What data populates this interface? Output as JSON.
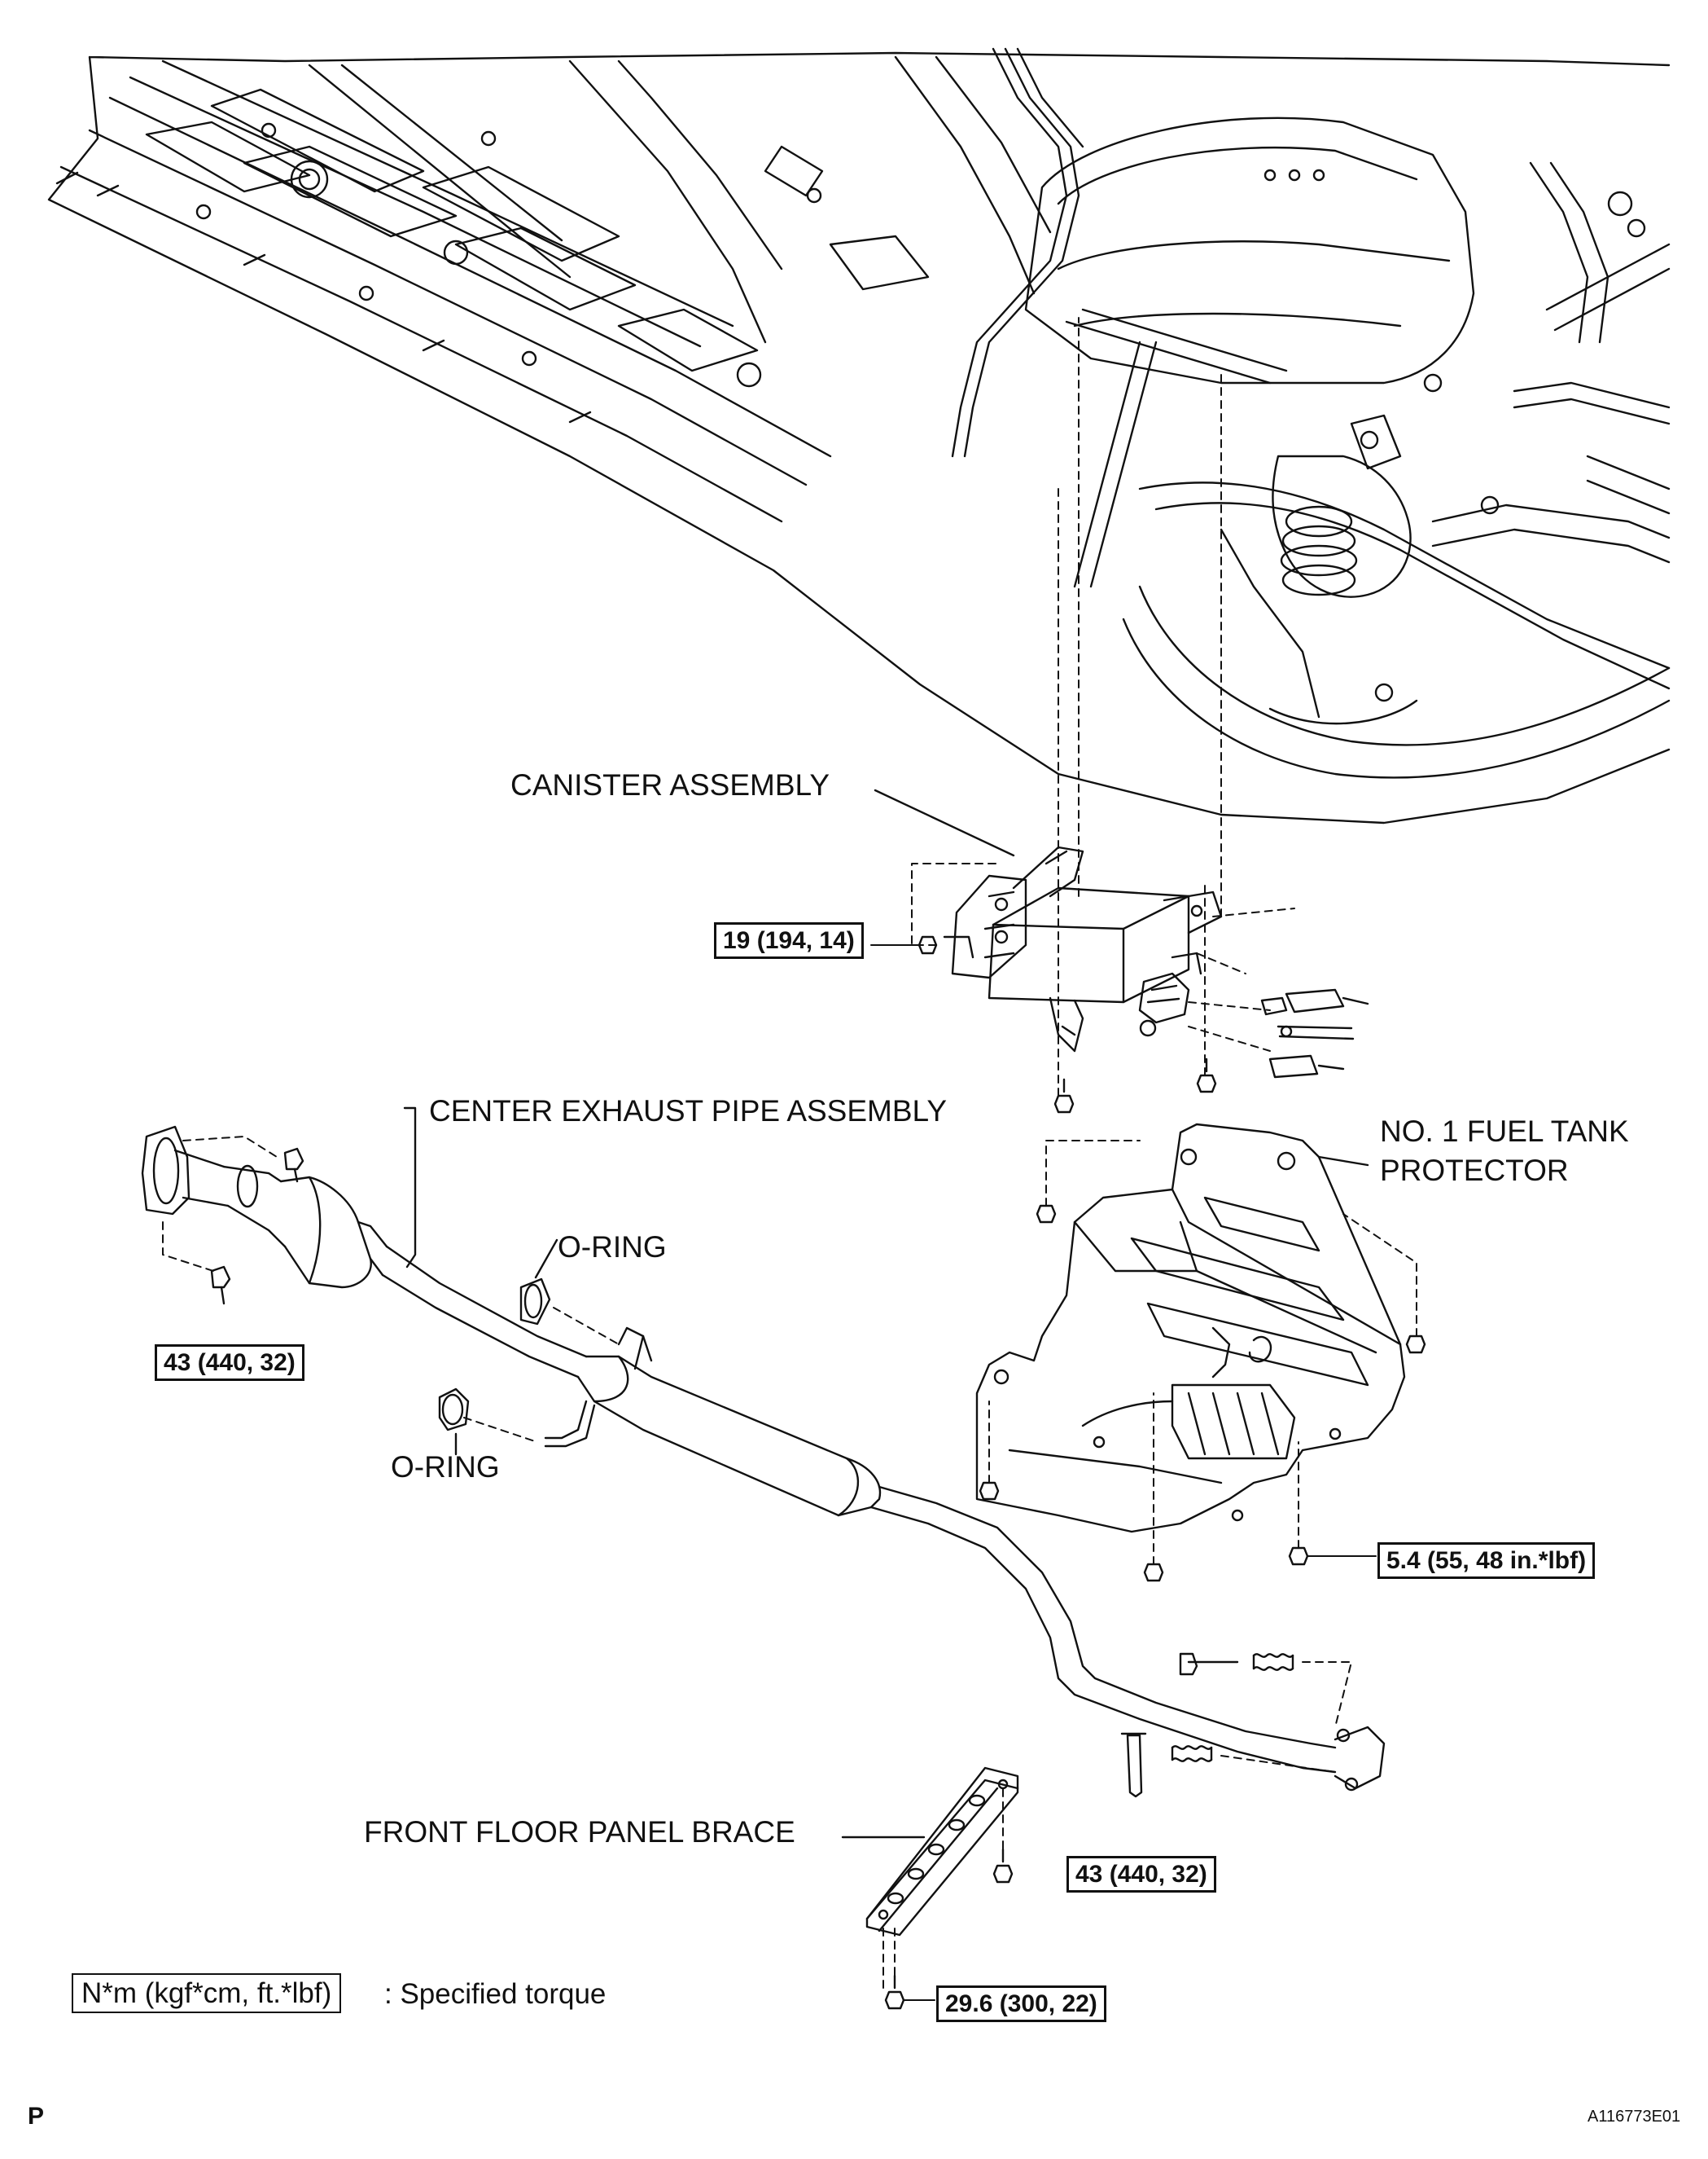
{
  "labels": {
    "canister": "CANISTER ASSEMBLY",
    "center_pipe": "CENTER EXHAUST PIPE ASSEMBLY",
    "fuel_tank_protector": [
      "NO. 1 FUEL TANK",
      "PROTECTOR"
    ],
    "oring_upper": "O-RING",
    "oring_lower": "O-RING",
    "floor_brace": "FRONT FLOOR PANEL BRACE"
  },
  "torques": {
    "canister": "19 (194, 14)",
    "pipe_front_flange": "43 (440, 32)",
    "protector": "5.4 (55, 48 in.*lbf)",
    "pipe_rear_flange": "43 (440, 32)",
    "brace": "29.6 (300, 22)"
  },
  "legend": {
    "unit": "N*m (kgf*cm, ft.*lbf)",
    "meaning": ": Specified torque"
  },
  "corner": {
    "left": "P",
    "right": "A116773E01"
  }
}
